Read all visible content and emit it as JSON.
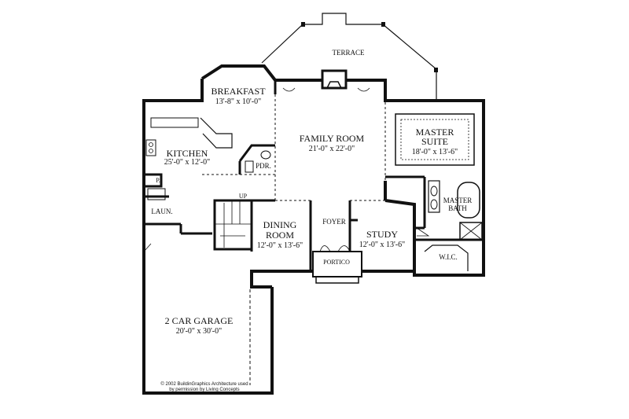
{
  "rooms": {
    "terrace": {
      "name": "TERRACE"
    },
    "breakfast": {
      "name": "BREAKFAST",
      "dims": "13'-8\" x 10'-0\""
    },
    "family_room": {
      "name": "FAMILY ROOM",
      "dims": "21'-0\" x 22'-0\""
    },
    "master_suite": {
      "name_line1": "MASTER",
      "name_line2": "SUITE",
      "dims": "18'-0\" x 13'-6\""
    },
    "kitchen": {
      "name": "KITCHEN",
      "dims": "25'-0\" x 12'-0\""
    },
    "powder": {
      "name": "PDR."
    },
    "pantry": {
      "name": "P."
    },
    "laundry": {
      "name": "LAUN."
    },
    "up": {
      "name": "UP"
    },
    "master_bath": {
      "name_line1": "MASTER",
      "name_line2": "BATH"
    },
    "dining_room": {
      "name_line1": "DINING",
      "name_line2": "ROOM",
      "dims": "12'-0\" x 13'-6\""
    },
    "foyer": {
      "name": "FOYER"
    },
    "study": {
      "name": "STUDY",
      "dims": "12'-0\" x 13'-6\""
    },
    "wic": {
      "name": "W.I.C."
    },
    "portico": {
      "name": "PORTICO"
    },
    "garage": {
      "name": "2 CAR GARAGE",
      "dims": "20'-0\" x 30'-0\""
    }
  },
  "credit": {
    "line1": "© 2002 BuildinGraphics Architecture used",
    "line2": "by permission by Living Concepts"
  }
}
